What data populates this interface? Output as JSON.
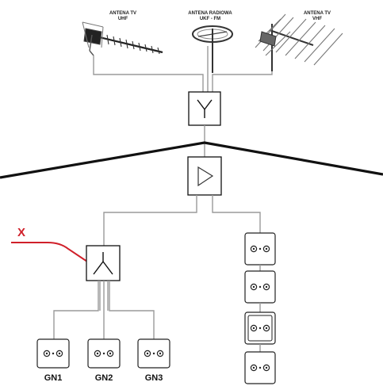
{
  "antennas": {
    "tv_uhf": {
      "line1": "ANTENA TV",
      "line2": "UHF"
    },
    "radio": {
      "line1": "ANTENA RADIOWA",
      "line2": "UKF - FM"
    },
    "tv_vhf": {
      "line1": "ANTENA TV",
      "line2": "VHF"
    }
  },
  "red_line_label": "X",
  "outlets": {
    "gn1": "GN1",
    "gn2": "GN2",
    "gn3": "GN3"
  },
  "colors": {
    "wire": "#9a9a9a",
    "red_line": "#d0202a",
    "outline": "#111111"
  },
  "icons": [
    "uhf-antenna-icon",
    "radio-antenna-icon",
    "vhf-antenna-icon",
    "combiner-icon",
    "amplifier-icon",
    "splitter-icon",
    "socket-icon"
  ]
}
